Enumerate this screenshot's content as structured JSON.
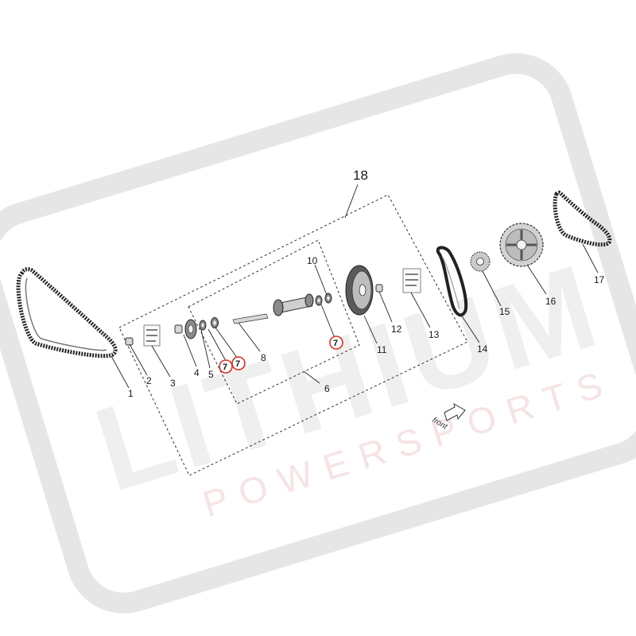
{
  "watermark": {
    "brand": "LITHIUM",
    "sub": "POWERSPORTS",
    "frame_color": "#e6e6e6",
    "sub_color": "#f2d6d6"
  },
  "callouts": {
    "c1": "1",
    "c2": "2",
    "c3": "3",
    "c4": "4",
    "c5": "5",
    "c6": "6",
    "c7a": "7",
    "c7b": "7",
    "c7c": "7",
    "c8": "8",
    "c10": "10",
    "c11": "11",
    "c12": "12",
    "c13": "13",
    "c14": "14",
    "c15": "15",
    "c16": "16",
    "c17": "17",
    "c18": "18"
  },
  "highlight_color": "#d9301f",
  "front_label": "front"
}
